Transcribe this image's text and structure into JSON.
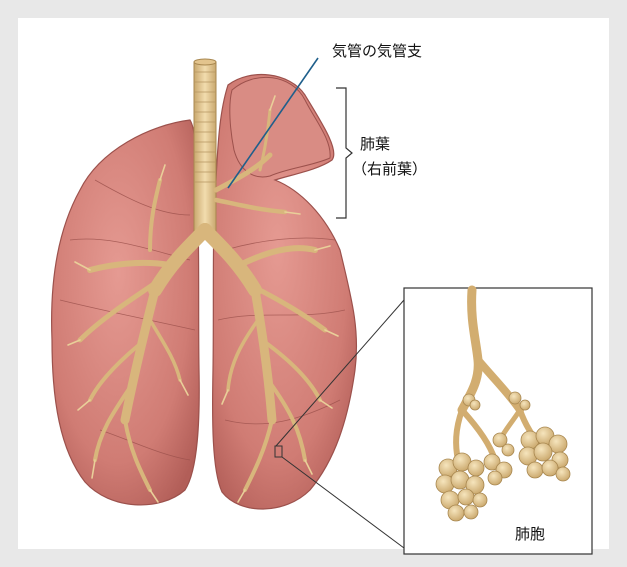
{
  "labels": {
    "bronchus": "気管の気管支",
    "lobe": "肺葉",
    "lobe_sub": "（右前葉）",
    "alveoli": "肺胞"
  },
  "colors": {
    "background": "#e8e8e8",
    "panel": "#ffffff",
    "lung": "#d98a82",
    "lung_dark": "#b4625c",
    "airway": "#ecd3a3",
    "airway_dark": "#c9a86e",
    "pointer": "#1f5f8b"
  }
}
